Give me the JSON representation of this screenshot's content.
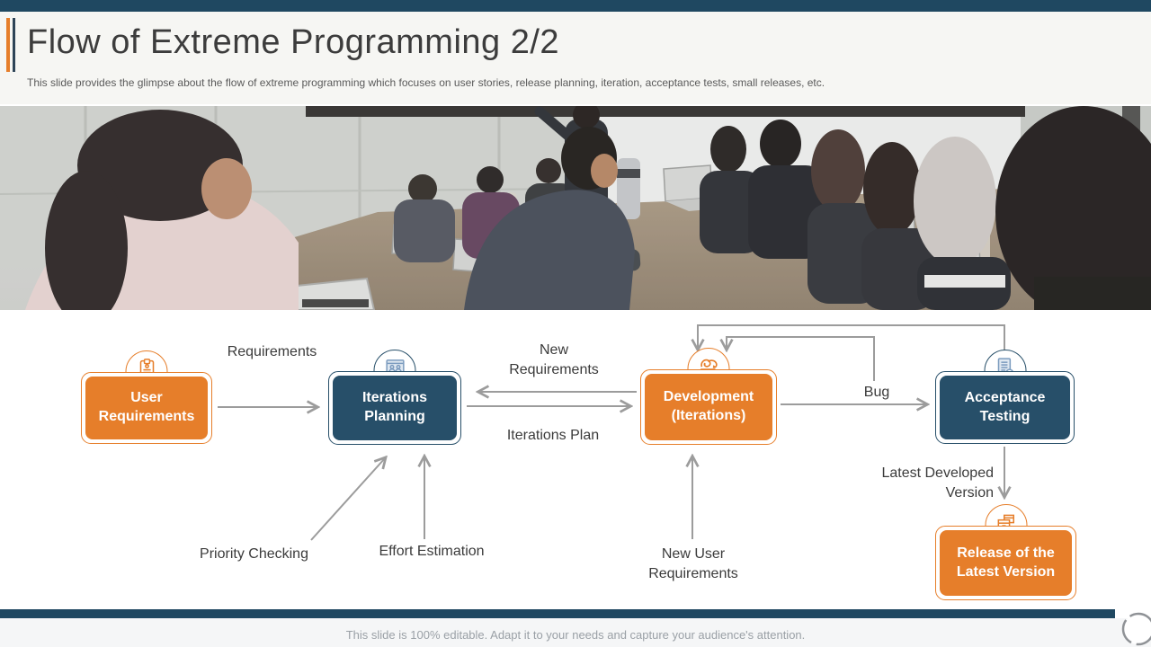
{
  "header": {
    "title": "Flow of Extreme Programming 2/2",
    "subtitle": "This slide provides the glimpse about the flow of  extreme programming which focuses on user stories, release planning, iteration, acceptance tests, small releases, etc."
  },
  "diagram": {
    "nodes": [
      {
        "label": "User Requirements",
        "color": "#E67E2A",
        "icon": "clipboard-icon"
      },
      {
        "label": "Iterations Planning",
        "color": "#274F69",
        "icon": "planning-window-icon"
      },
      {
        "label": "Development (Iterations)",
        "color": "#E67E2A",
        "icon": "iteration-cycle-icon"
      },
      {
        "label": "Acceptance Testing",
        "color": "#274F69",
        "icon": "test-document-icon"
      },
      {
        "label": "Release of the Latest Version",
        "color": "#E67E2A",
        "icon": "release-package-icon"
      }
    ],
    "flow_labels": {
      "requirements": "Requirements",
      "new_requirements": "New Requirements",
      "iterations_plan": "Iterations Plan",
      "bug": "Bug",
      "latest_developed_version": "Latest Developed Version",
      "priority_checking": "Priority Checking",
      "effort_estimation": "Effort Estimation",
      "new_user_requirements": "New User Requirements"
    },
    "edges": [
      {
        "from": "User Requirements",
        "to": "Iterations Planning",
        "label": "Requirements"
      },
      {
        "from": "Development (Iterations)",
        "to": "Iterations Planning",
        "label": "New Requirements"
      },
      {
        "from": "Iterations Planning",
        "to": "Development (Iterations)",
        "label": "Iterations Plan"
      },
      {
        "from": "Development (Iterations)",
        "to": "Acceptance Testing",
        "label": "Bug"
      },
      {
        "from": "Bug feedback",
        "to": "Development (Iterations)",
        "label": ""
      },
      {
        "from": "Acceptance Testing",
        "to": "Development (Iterations)",
        "label": ""
      },
      {
        "from": "Priority Checking",
        "to": "Iterations Planning",
        "label": "Priority Checking"
      },
      {
        "from": "Effort Estimation",
        "to": "Iterations Planning",
        "label": "Effort Estimation"
      },
      {
        "from": "New User Requirements",
        "to": "Development (Iterations)",
        "label": "New User Requirements"
      },
      {
        "from": "Acceptance Testing",
        "to": "Release of the Latest Version",
        "label": "Latest Developed Version"
      }
    ]
  },
  "footer": {
    "note": "This slide is 100% editable. Adapt it to your needs and capture your audience's attention."
  },
  "colors": {
    "accent_orange": "#E67E2A",
    "accent_navy": "#274F69",
    "bar_navy": "#1F4861",
    "arrow_gray": "#9C9C9C",
    "title_gray": "#3C3C3C"
  }
}
